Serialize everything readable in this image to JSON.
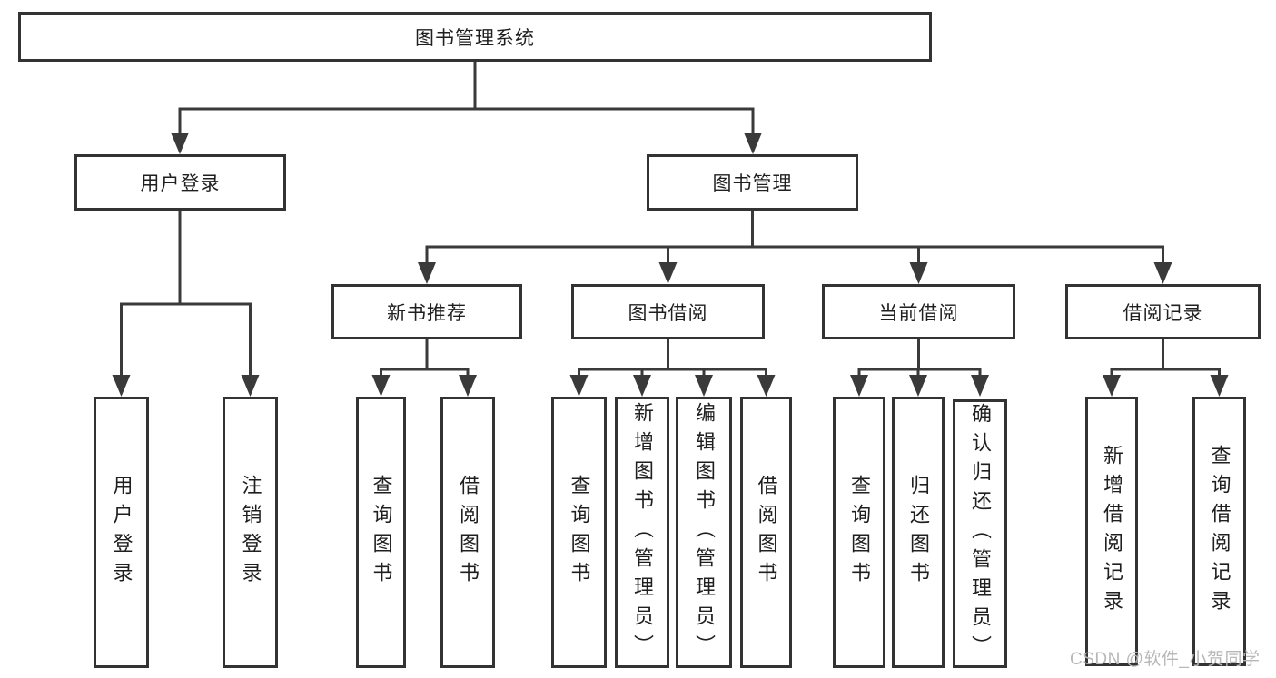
{
  "colors": {
    "line": "#3a3a3a",
    "box_border": "#333333",
    "text": "#1f1f1f",
    "watermark": "#b7b7b7"
  },
  "tree": {
    "label": "图书管理系统",
    "children": [
      {
        "label": "用户登录",
        "children": [
          {
            "label": "用户登录"
          },
          {
            "label": "注销登录"
          }
        ]
      },
      {
        "label": "图书管理",
        "children": [
          {
            "label": "新书推荐",
            "children": [
              {
                "label": "查询图书"
              },
              {
                "label": "借阅图书"
              }
            ]
          },
          {
            "label": "图书借阅",
            "children": [
              {
                "label": "查询图书"
              },
              {
                "label": "新增图书（管理员）"
              },
              {
                "label": "编辑图书（管理员）"
              },
              {
                "label": "借阅图书"
              }
            ]
          },
          {
            "label": "当前借阅",
            "children": [
              {
                "label": "查询图书"
              },
              {
                "label": "归还图书"
              },
              {
                "label": "确认归还（管理员）"
              }
            ]
          },
          {
            "label": "借阅记录",
            "children": [
              {
                "label": "新增借阅记录"
              },
              {
                "label": "查询借阅记录"
              }
            ]
          }
        ]
      }
    ]
  },
  "watermark": {
    "text": "CSDN @软件_小贺同学"
  }
}
